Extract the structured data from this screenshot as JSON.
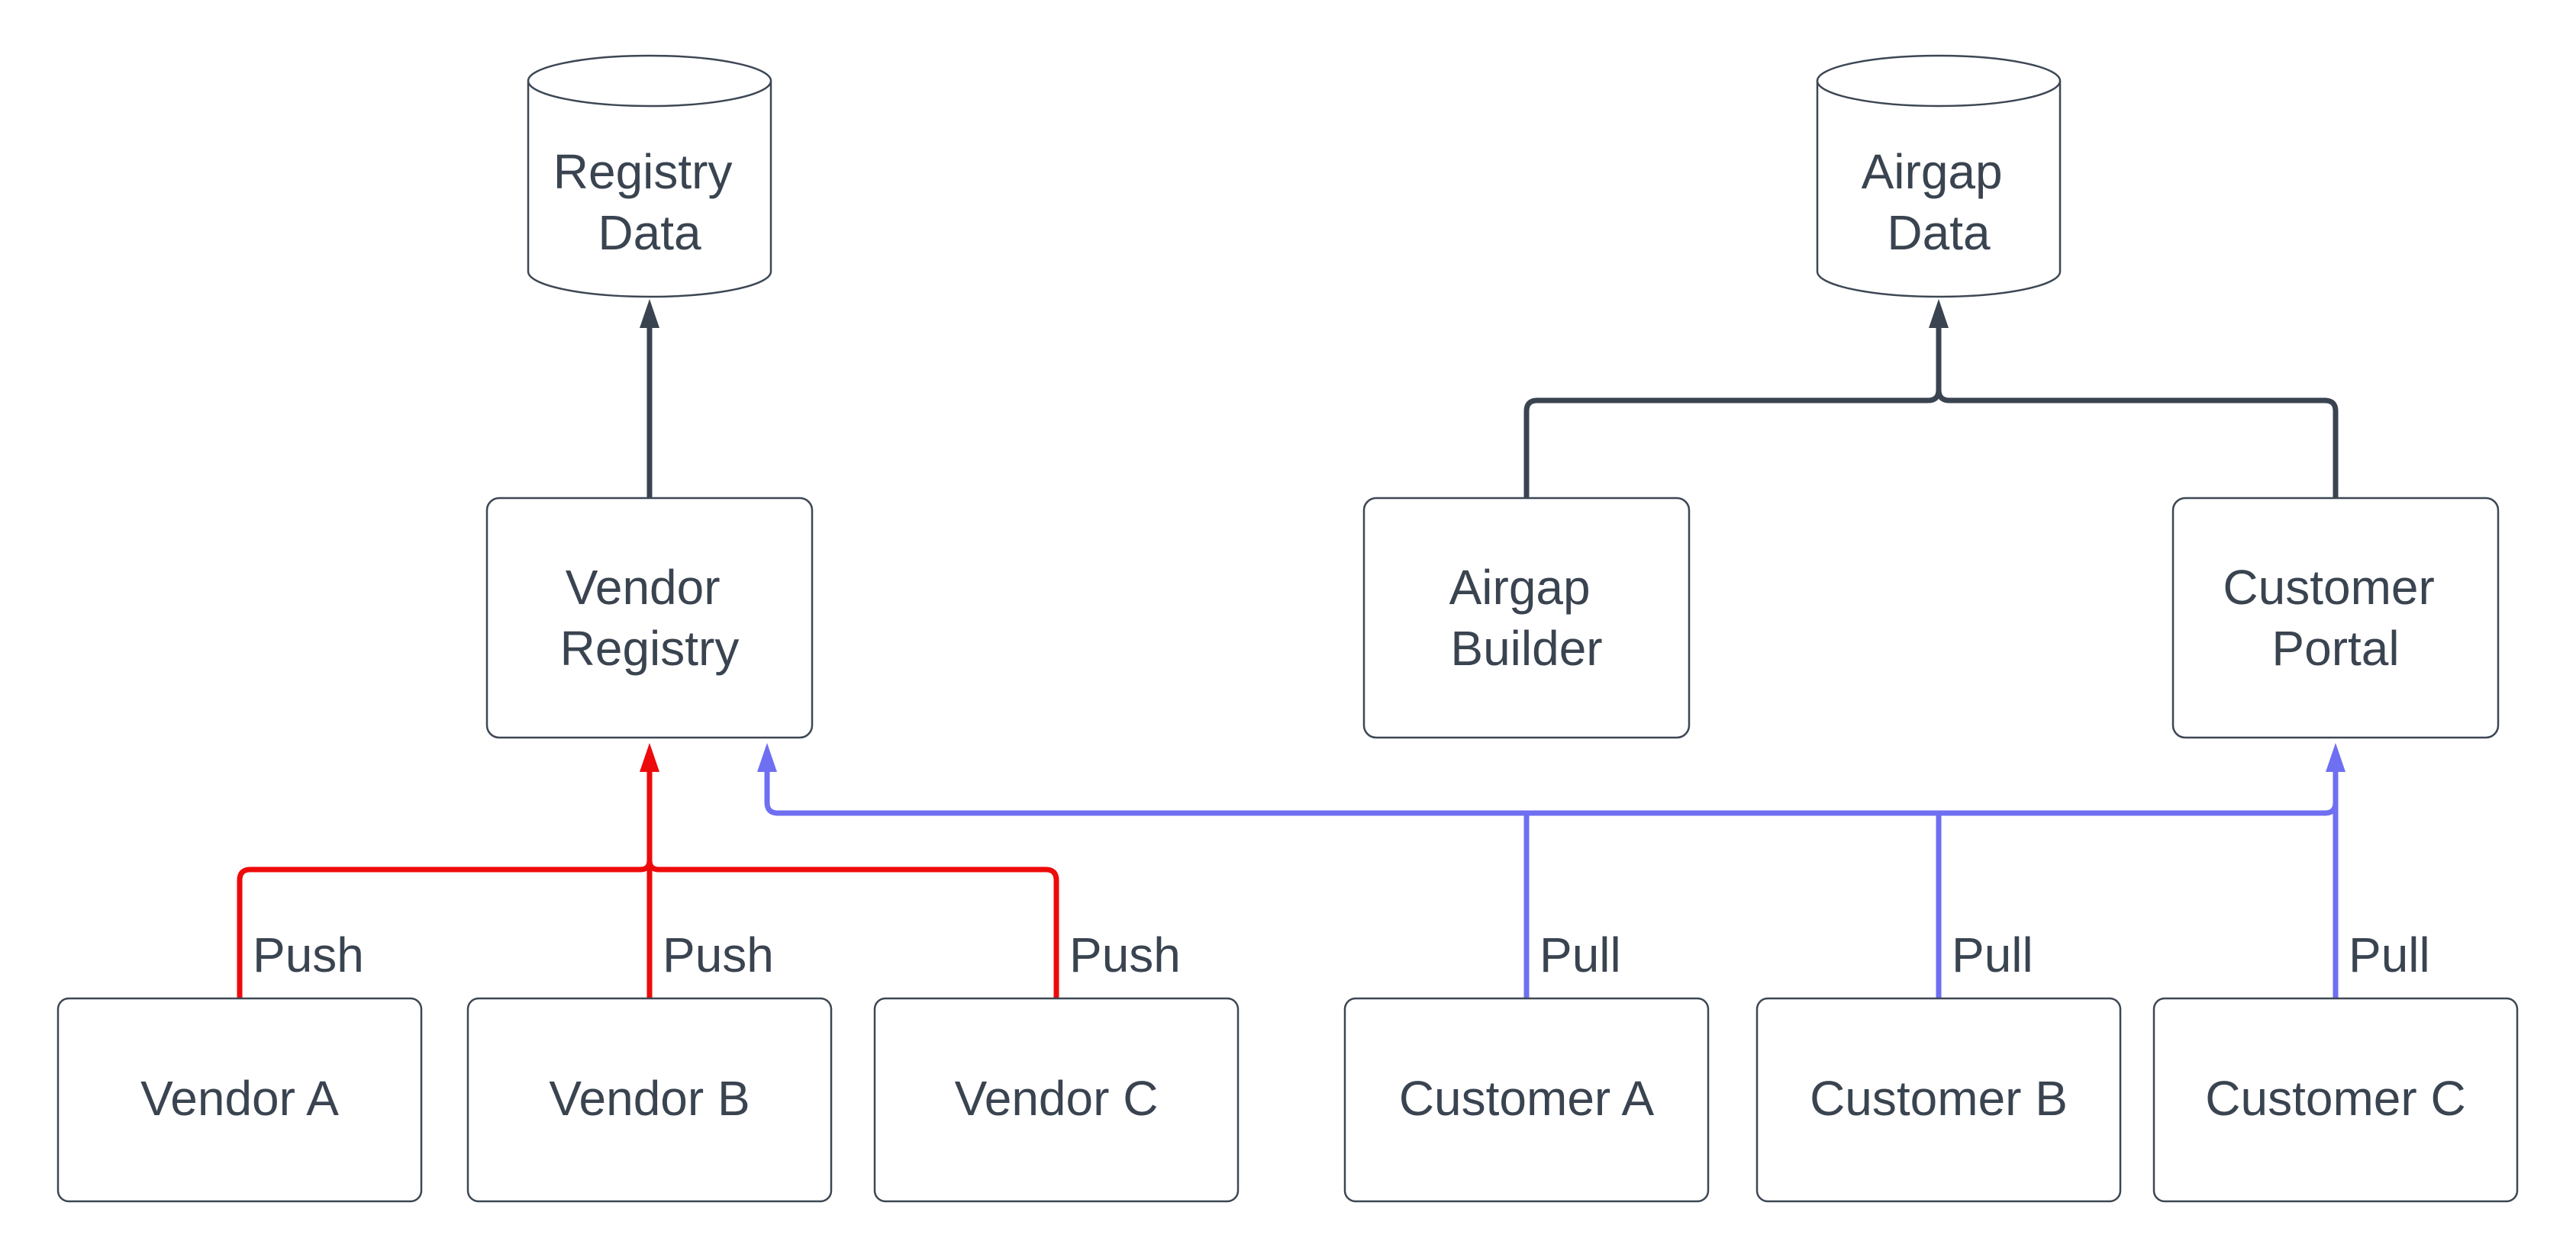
{
  "diagram": {
    "type": "flow-diagram",
    "background": "#ffffff",
    "colors": {
      "node_fill": "#ffffff",
      "node_stroke": "#3d4754",
      "text": "#3a4450",
      "data_edge": "#3a4350",
      "push_edge": "#ed0a0a",
      "pull_edge": "#6f6ff2"
    },
    "datastores": {
      "registry_data": {
        "line1": "Registry",
        "line2": "Data"
      },
      "airgap_data": {
        "line1": "Airgap",
        "line2": "Data"
      }
    },
    "services": {
      "vendor_registry": {
        "line1": "Vendor",
        "line2": "Registry"
      },
      "airgap_builder": {
        "line1": "Airgap",
        "line2": "Builder"
      },
      "customer_portal": {
        "line1": "Customer",
        "line2": "Portal"
      }
    },
    "actors": {
      "vendor_a": {
        "label": "Vendor A"
      },
      "vendor_b": {
        "label": "Vendor B"
      },
      "vendor_c": {
        "label": "Vendor C"
      },
      "customer_a": {
        "label": "Customer A"
      },
      "customer_b": {
        "label": "Customer B"
      },
      "customer_c": {
        "label": "Customer C"
      }
    },
    "edge_labels": {
      "push": [
        "Push",
        "Push",
        "Push"
      ],
      "pull": [
        "Pull",
        "Pull",
        "Pull"
      ]
    }
  }
}
